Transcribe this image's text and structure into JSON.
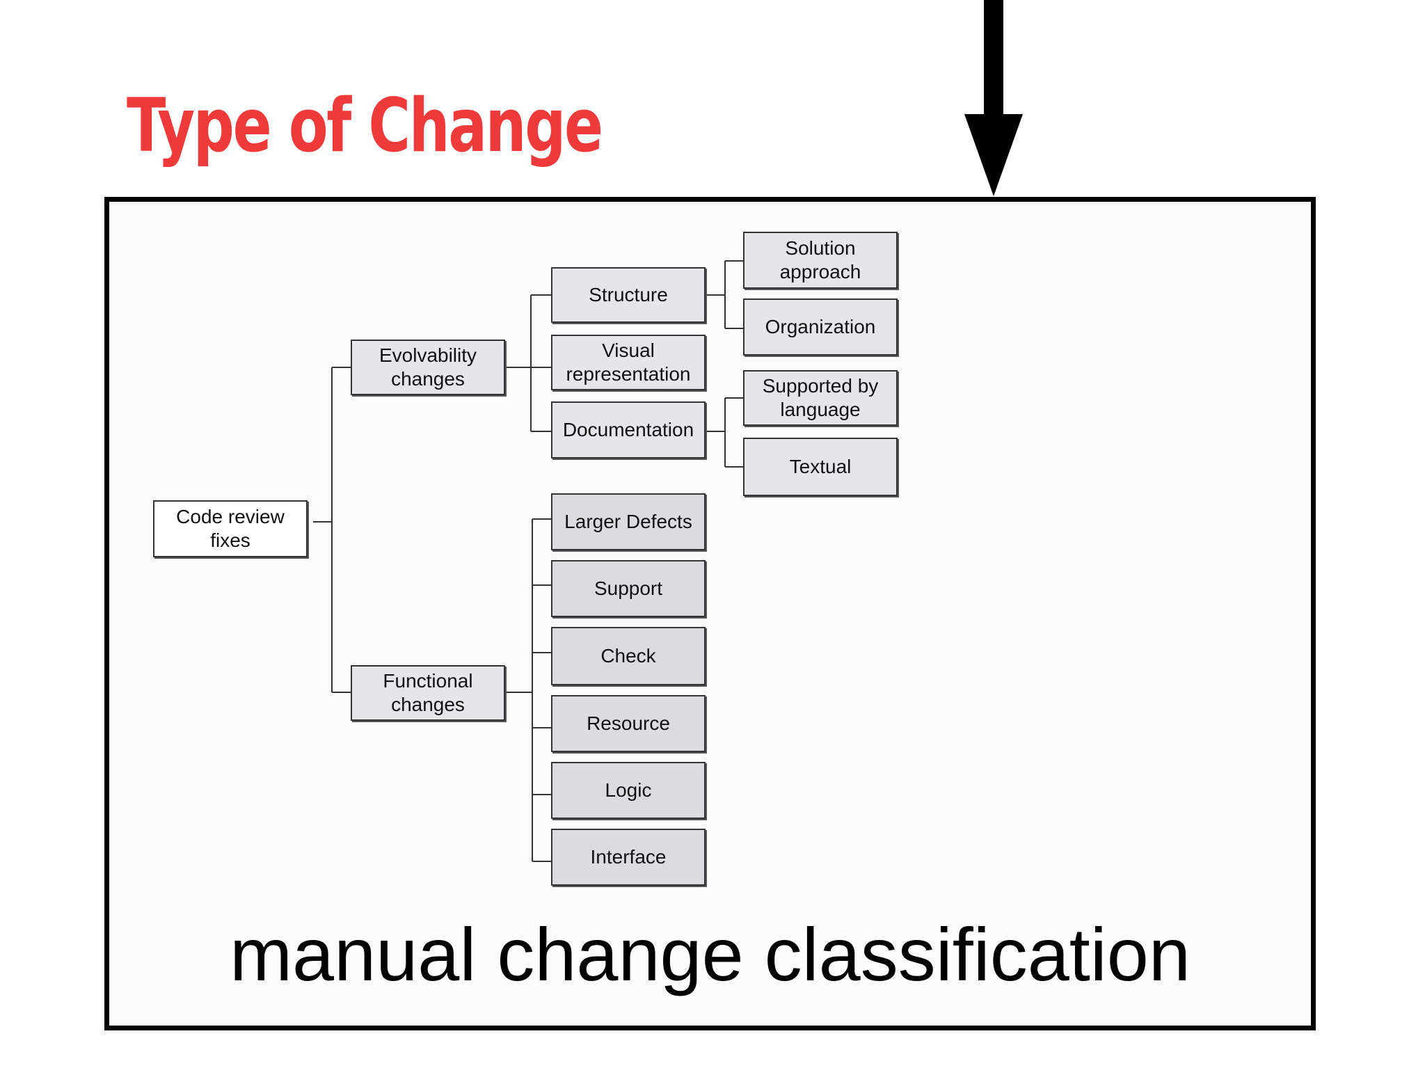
{
  "heading": {
    "text": "Type of Change",
    "color": "#ee3a3a"
  },
  "caption": {
    "text": "manual change classification"
  },
  "tree": {
    "root": {
      "label": "Code review\nfixes"
    },
    "evolvability": {
      "label": "Evolvability\nchanges"
    },
    "functional": {
      "label": "Functional\nchanges"
    },
    "structure": {
      "label": "Structure"
    },
    "visual": {
      "label": "Visual\nrepresentation"
    },
    "documentation": {
      "label": "Documentation"
    },
    "solution": {
      "label": "Solution\napproach"
    },
    "organization": {
      "label": "Organization"
    },
    "supported": {
      "label": "Supported by\nlanguage"
    },
    "textual": {
      "label": "Textual"
    },
    "larger_defects": {
      "label": "Larger Defects"
    },
    "support": {
      "label": "Support"
    },
    "check": {
      "label": "Check"
    },
    "resource": {
      "label": "Resource"
    },
    "logic": {
      "label": "Logic"
    },
    "interface": {
      "label": "Interface"
    }
  }
}
